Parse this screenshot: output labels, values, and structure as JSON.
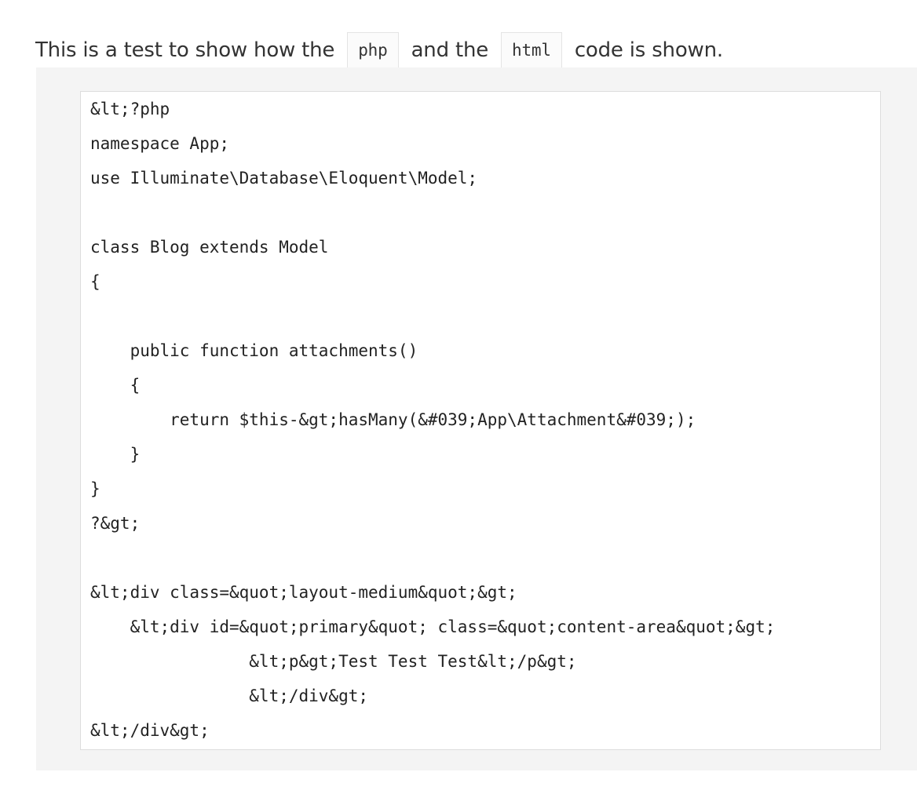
{
  "intro": {
    "before_php": "This is a test to show how the",
    "php_code": "php",
    "between": "and the",
    "html_code": "html",
    "after_html": "code is shown."
  },
  "code_block": {
    "content": "&lt;?php\nnamespace App;\nuse Illuminate\\Database\\Eloquent\\Model;\n\nclass Blog extends Model\n{\n\n    public function attachments()\n    {\n        return $this-&gt;hasMany(&#039;App\\Attachment&#039;);\n    }\n}\n?&gt;\n\n&lt;div class=&quot;layout-medium&quot;&gt;\n    &lt;div id=&quot;primary&quot; class=&quot;content-area&quot;&gt;\n                &lt;p&gt;Test Test Test&lt;/p&gt;\n                &lt;/div&gt;\n&lt;/div&gt;"
  }
}
